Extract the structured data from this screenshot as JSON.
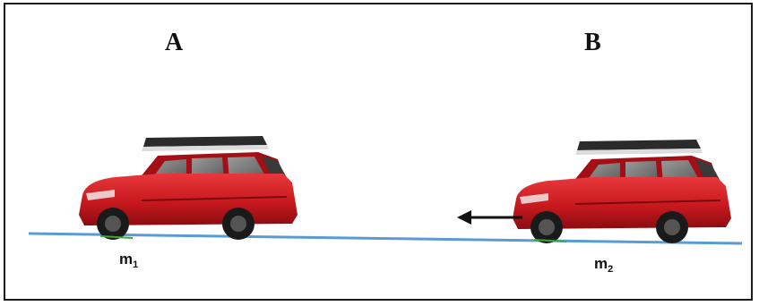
{
  "labels": {
    "car_a": "A",
    "car_b": "B"
  },
  "masses": {
    "m1": {
      "symbol": "m",
      "subscript": "1"
    },
    "m2": {
      "symbol": "m",
      "subscript": "2"
    }
  },
  "colors": {
    "ground": "#5b9bd5",
    "car_body": "#c8191e",
    "car_dark": "#7a0a0d",
    "arrow": "#111111"
  },
  "icons": {
    "car": "suv-car-icon",
    "arrow": "arrow-left-icon"
  }
}
